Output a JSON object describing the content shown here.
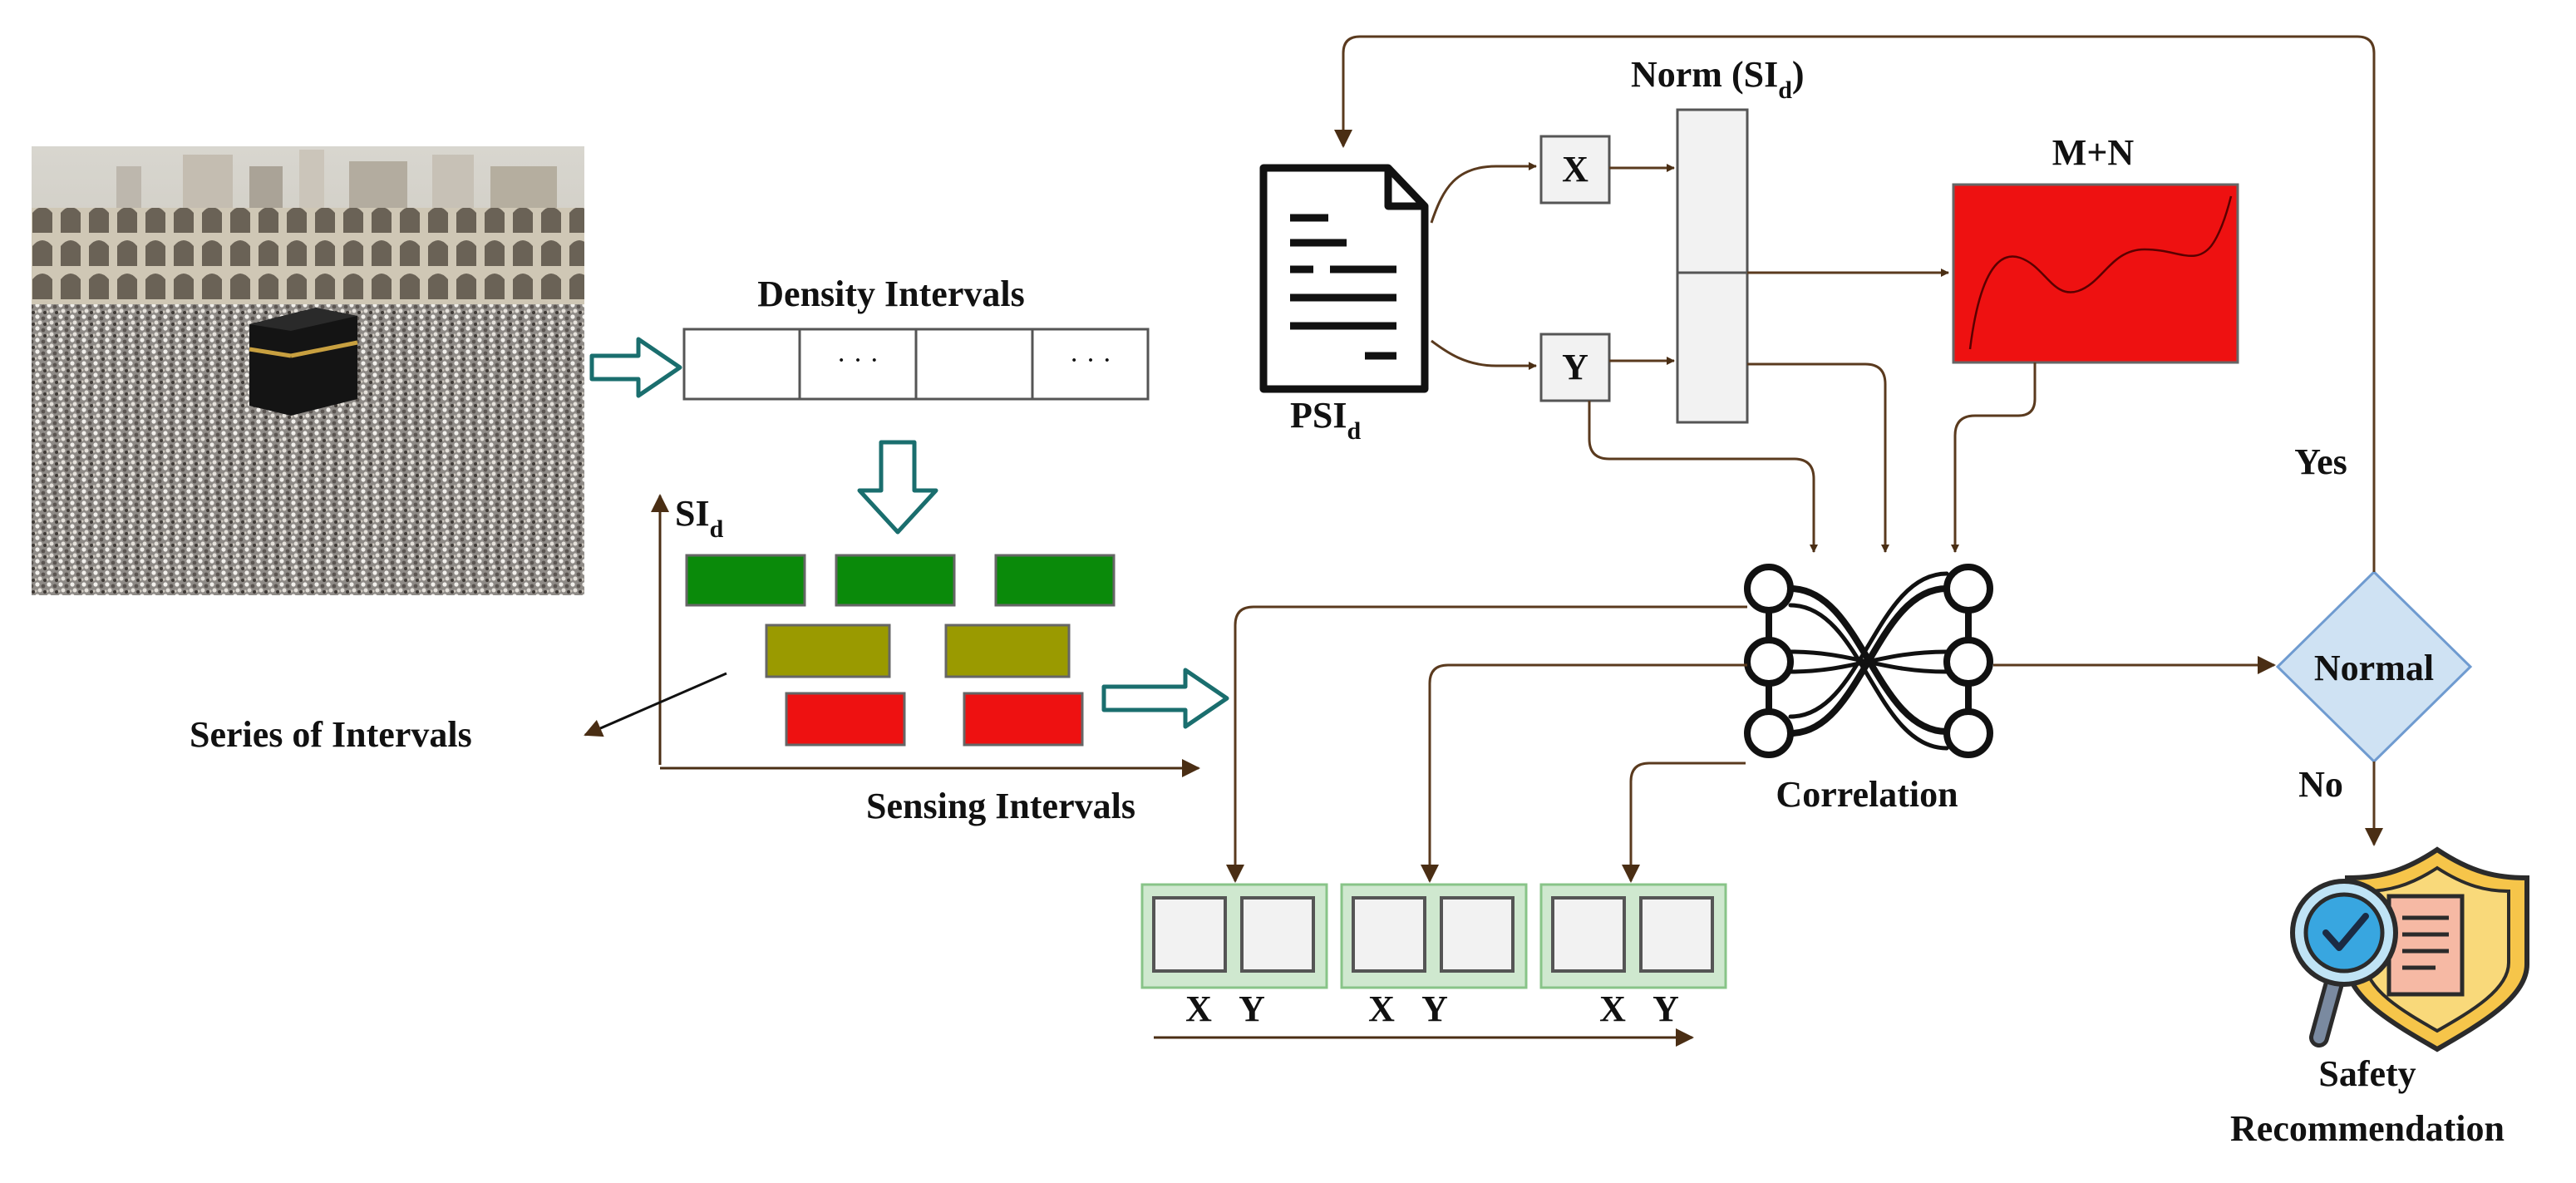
{
  "labels": {
    "density_intervals": "Density Intervals",
    "dots": "· · ·",
    "si_base": "SI",
    "subscript_d": "d",
    "series_of_intervals": "Series of Intervals",
    "sensing_intervals": "Sensing Intervals",
    "psi_base": "PSI",
    "x": "X",
    "y": "Y",
    "norm_prefix": "Norm (SI",
    "norm_suffix": ")",
    "m_plus_n": "M+N",
    "correlation": "Correlation",
    "normal": "Normal",
    "yes": "Yes",
    "no": "No",
    "safety_line1": "Safety",
    "safety_line2": "Recommendation"
  },
  "colors": {
    "teal_arrow": "#1a6e6e",
    "flow": "#5a3a1e",
    "green": "#0a8a0a",
    "olive": "#9a9a00",
    "red": "#ee1111",
    "decision": "#cfe2f3",
    "decision_border": "#6f9bd0",
    "pair_bg": "#cfe8cf"
  },
  "interval_rows": [
    {
      "color": "green",
      "count": 3
    },
    {
      "color": "olive",
      "count": 2
    },
    {
      "color": "red",
      "count": 2
    }
  ],
  "icons": [
    "photo-of-crowd",
    "document-icon",
    "neural-network-icon",
    "shield-magnifier-icon"
  ]
}
